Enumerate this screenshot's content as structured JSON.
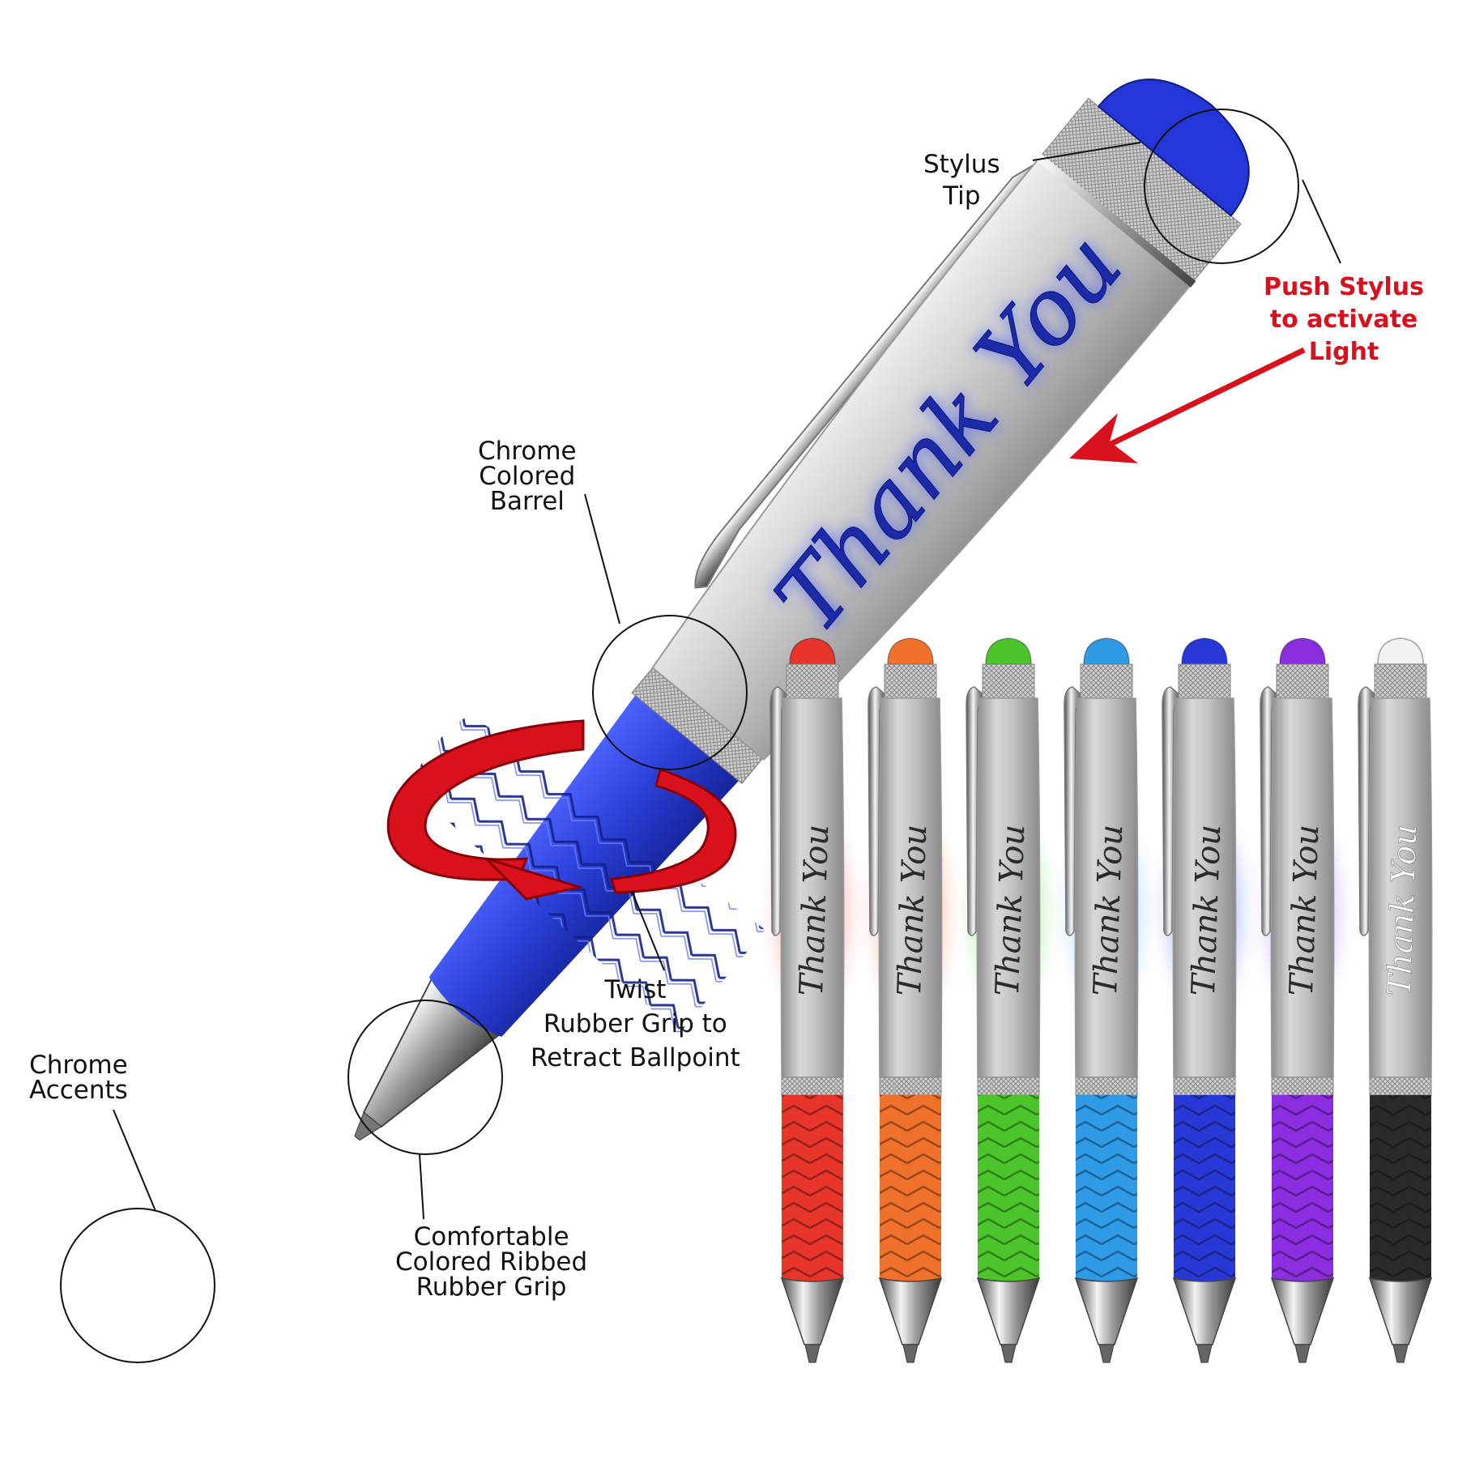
{
  "callouts": {
    "stylus_tip": [
      "Stylus",
      "Tip"
    ],
    "push_stylus": [
      "Push Stylus",
      "to activate",
      "Light"
    ],
    "barrel": [
      "Chrome",
      "Colored",
      "Barrel"
    ],
    "twist": [
      "Twist",
      "Rubber Grip to",
      "Retract Ballpoint"
    ],
    "accents": [
      "Chrome",
      "Accents"
    ],
    "grip": [
      "Comfortable",
      "Colored Ribbed",
      "Rubber Grip"
    ]
  },
  "imprint": "Thank You",
  "colors": {
    "accent_red": "#d9111c",
    "barrel_silver": "#c9c9c9",
    "main_grip": "#2a3fd6",
    "imprint_blue": "#1b2aa8"
  },
  "variants": [
    {
      "color": "red",
      "hex": "#e8352c",
      "glow": "#ff5a5a"
    },
    {
      "color": "orange",
      "hex": "#f0712a",
      "glow": "#ff7a50"
    },
    {
      "color": "green",
      "hex": "#4cc52a",
      "glow": "#5fe05a"
    },
    {
      "color": "light-blue",
      "hex": "#2f9be6",
      "glow": "#6fb6ff"
    },
    {
      "color": "blue",
      "hex": "#2838d6",
      "glow": "#4a5cff"
    },
    {
      "color": "purple",
      "hex": "#8a2ee0",
      "glow": "#b06bff"
    },
    {
      "color": "black",
      "hex": "#2a2a2a",
      "glow": "#ffffff",
      "tip": "#f2f2f2"
    }
  ]
}
